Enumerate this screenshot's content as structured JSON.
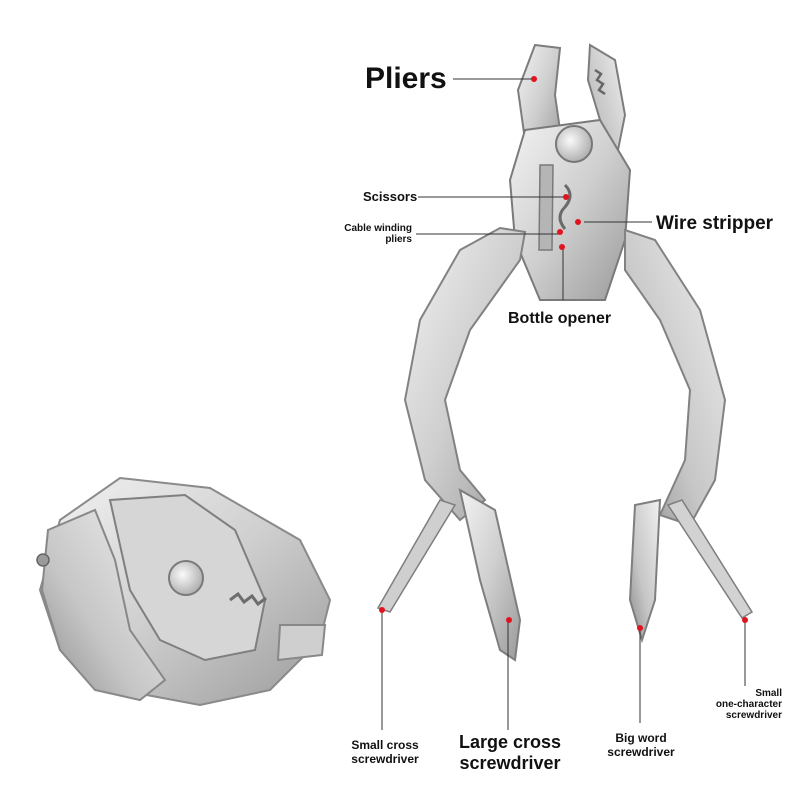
{
  "labels": {
    "pliers": "Pliers",
    "scissors": "Scissors",
    "cable_winding_pliers": [
      "Cable winding",
      "pliers"
    ],
    "wire_stripper": "Wire stripper",
    "bottle_opener": "Bottle opener",
    "small_cross_screwdriver": [
      "Small cross",
      "screwdriver"
    ],
    "large_cross_screwdriver": [
      "Large cross",
      "screwdriver"
    ],
    "big_word_screwdriver": [
      "Big word",
      "screwdriver"
    ],
    "small_one_character_screwdriver": [
      "Small",
      "one-character",
      "screwdriver"
    ]
  },
  "colors": {
    "steel_light": "#e6e6e6",
    "steel_mid": "#c4c4c4",
    "steel_dark": "#8f8f8f",
    "marker_red": "#e0141e",
    "leader_line": "#333333"
  }
}
